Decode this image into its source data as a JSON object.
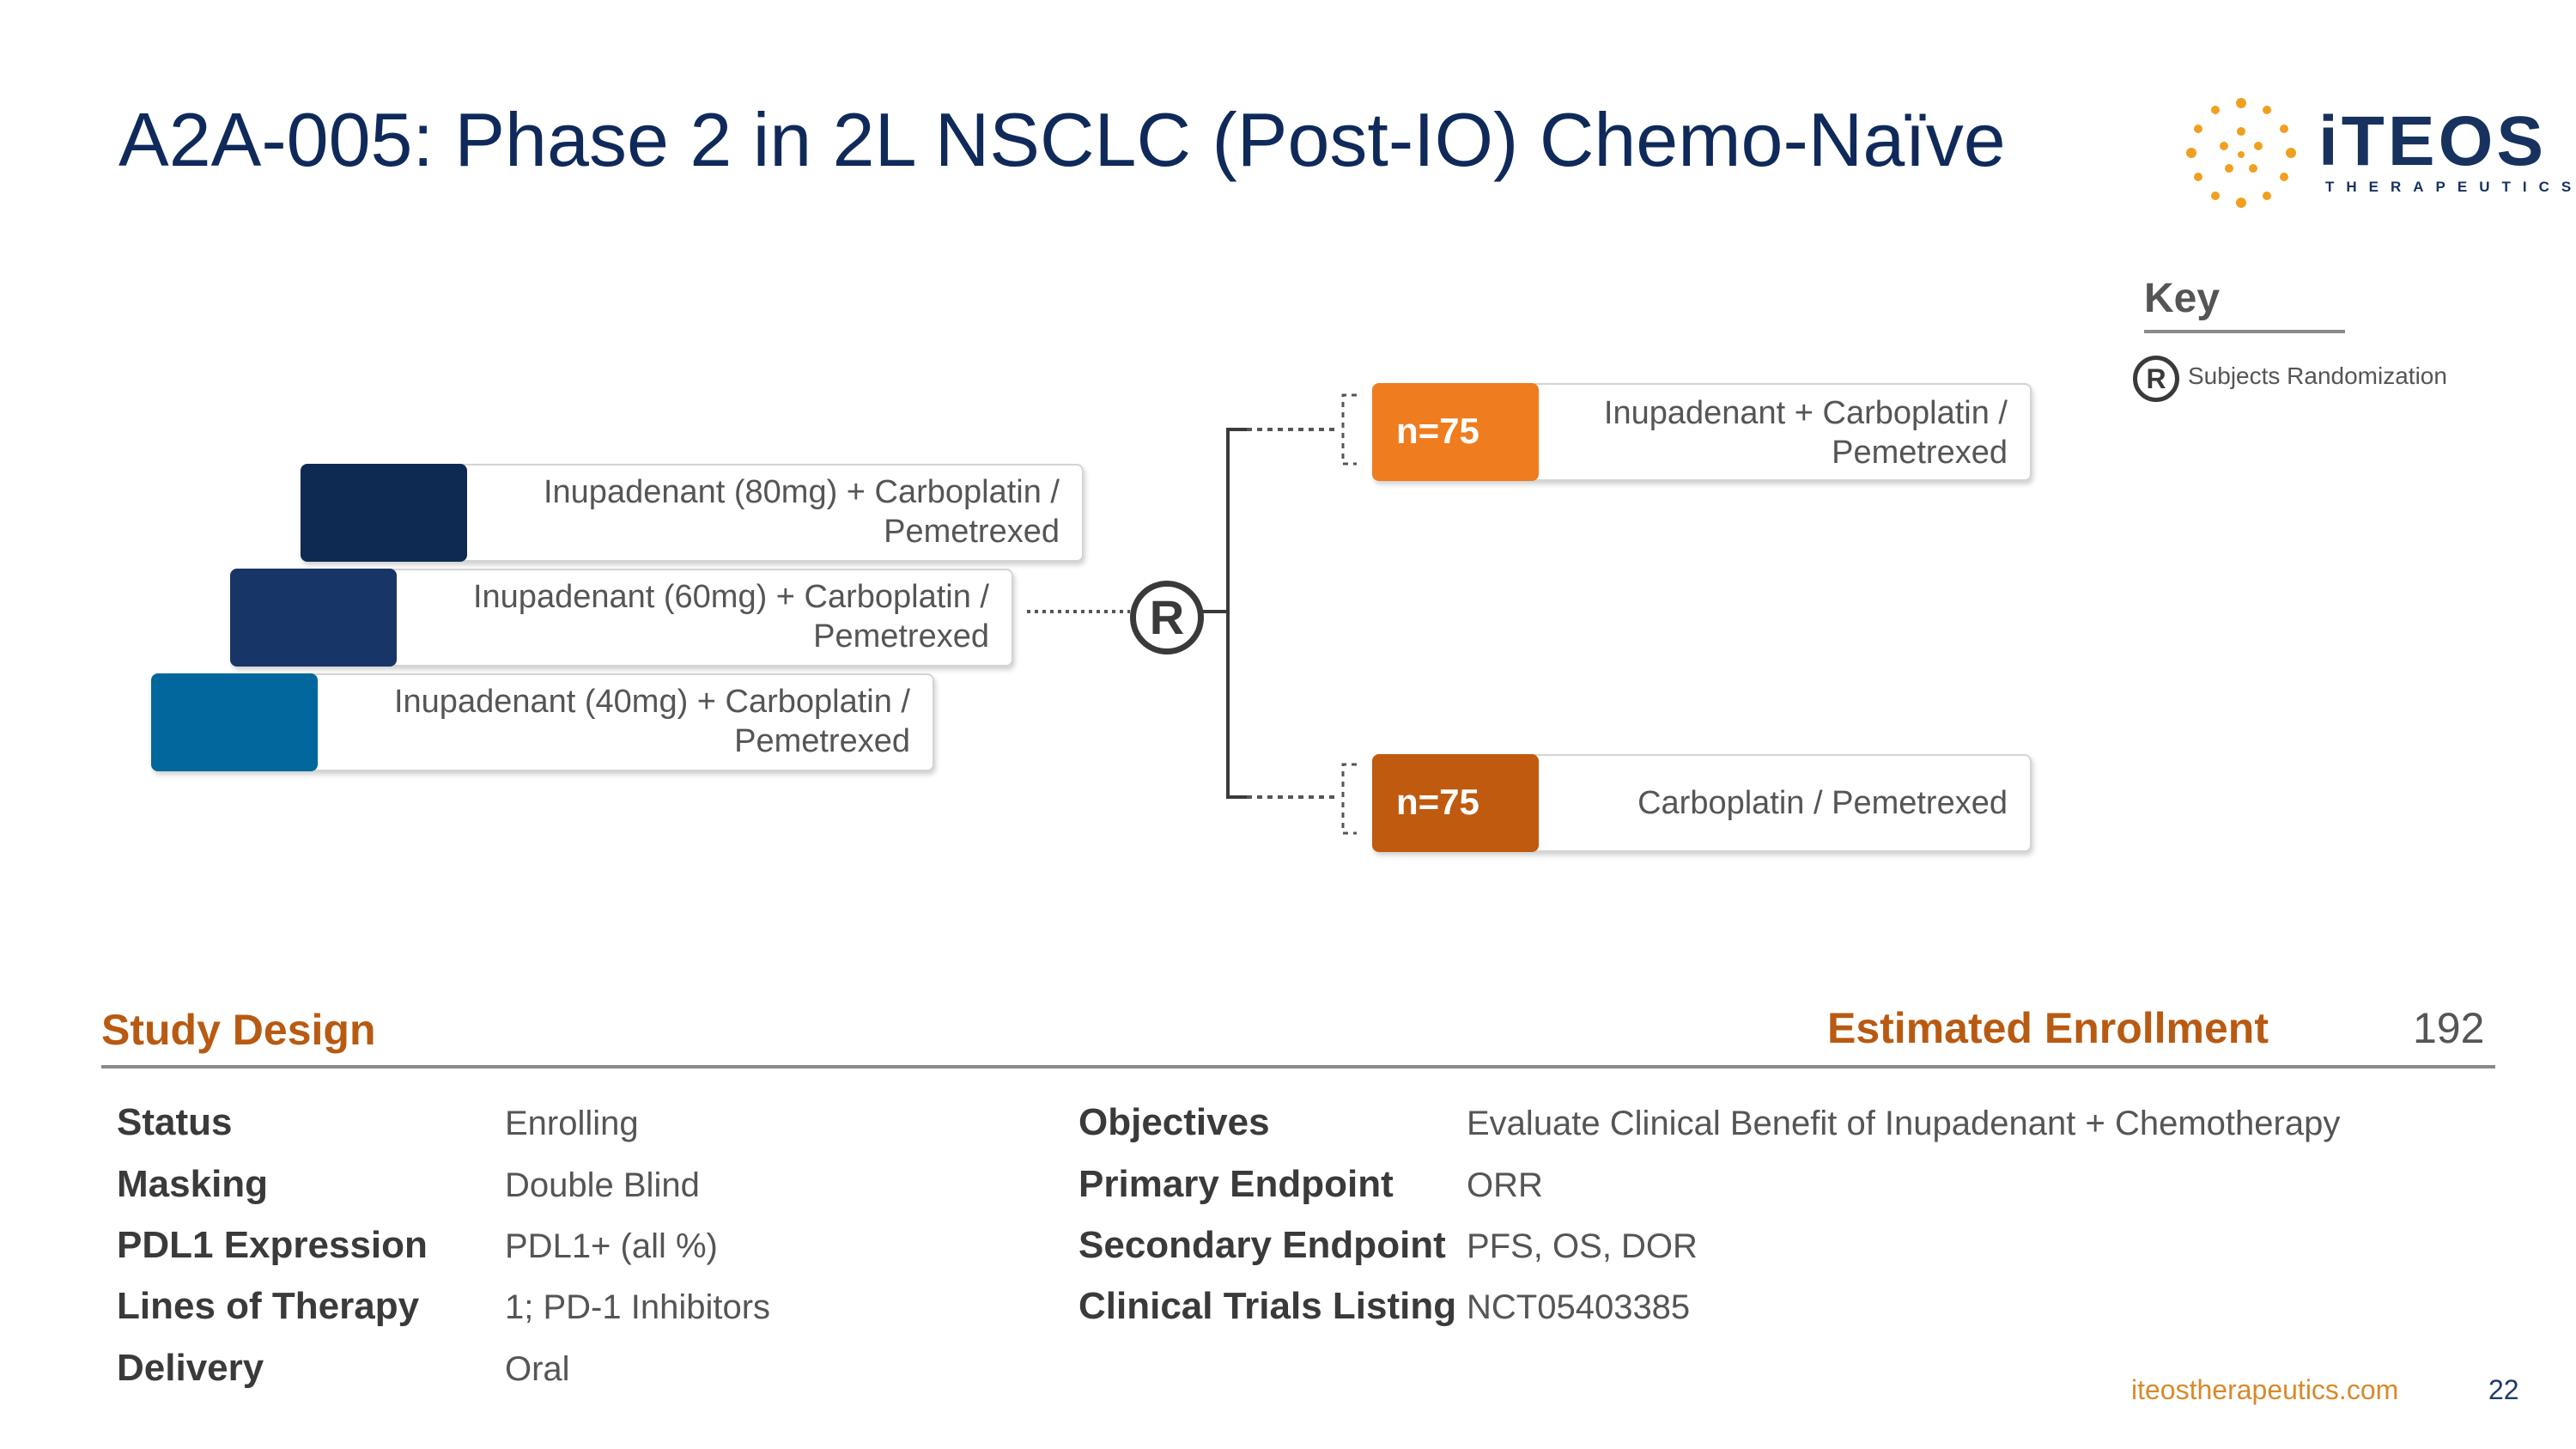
{
  "title": "A2A-005: Phase 2 in 2L NSCLC (Post-IO) Chemo-Naïve",
  "logo": {
    "name": "iTEOS",
    "subtitle": "THERAPEUTICS",
    "colors": {
      "text": "#17325e",
      "dots": "#f0a020"
    }
  },
  "key": {
    "title": "Key",
    "symbol": "R",
    "label": "Subjects Randomization"
  },
  "arms_left": [
    {
      "label": "Inupadenant (80mg) + Carboplatin / Pemetrexed",
      "line1": "Inupadenant (80mg) + Carboplatin /",
      "line2": "Pemetrexed",
      "color": "#0f2a52"
    },
    {
      "label": "Inupadenant (60mg) + Carboplatin / Pemetrexed",
      "line1": "Inupadenant (60mg) + Carboplatin /",
      "line2": "Pemetrexed",
      "color": "#173566"
    },
    {
      "label": "Inupadenant (40mg) + Carboplatin / Pemetrexed",
      "line1": "Inupadenant (40mg) + Carboplatin /",
      "line2": "Pemetrexed",
      "color": "#02679c"
    }
  ],
  "randomization_symbol": "R",
  "arms_right": [
    {
      "n": "n=75",
      "line1": "Inupadenant + Carboplatin /",
      "line2": "Pemetrexed",
      "color": "#ef7c1f"
    },
    {
      "n": "n=75",
      "line1": "Carboplatin / Pemetrexed",
      "line2": "",
      "color": "#bf5a0f"
    }
  ],
  "study_design": {
    "heading": "Study Design",
    "enrollment_label": "Estimated Enrollment",
    "enrollment_value": "192",
    "left_rows": [
      {
        "label": "Status",
        "value": "Enrolling"
      },
      {
        "label": "Masking",
        "value": "Double Blind"
      },
      {
        "label": "PDL1 Expression",
        "value": "PDL1+ (all %)"
      },
      {
        "label": "Lines of Therapy",
        "value": "1; PD-1 Inhibitors"
      },
      {
        "label": "Delivery",
        "value": "Oral"
      }
    ],
    "right_rows": [
      {
        "label": "Objectives",
        "value": "Evaluate Clinical Benefit of Inupadenant + Chemotherapy"
      },
      {
        "label": "Primary Endpoint",
        "value": "ORR"
      },
      {
        "label": "Secondary Endpoint",
        "value": "PFS, OS, DOR"
      },
      {
        "label": "Clinical Trials Listing",
        "value": "NCT05403385"
      }
    ]
  },
  "footer": {
    "url": "iteostherapeutics.com",
    "page": "22"
  }
}
